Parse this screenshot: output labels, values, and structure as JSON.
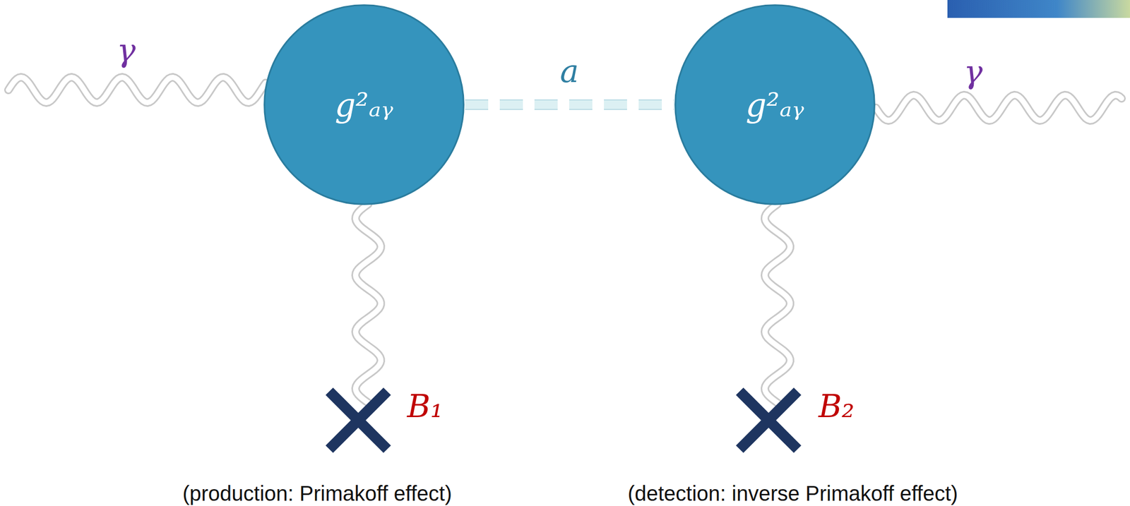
{
  "diagram": {
    "nodes": [
      {
        "text": [
          "g²ₐᵧ"
        ]
      },
      {
        "text": [
          "g²ₐᵧ"
        ]
      }
    ],
    "edges": [
      {
        "from": 0,
        "to": 1,
        "arrow": "none",
        "label": "a"
      }
    ],
    "labels": [
      "γ",
      "γ",
      "B₁",
      "B₂",
      "(production: Primakoff effect)",
      "(detection: inverse Primakoff effect)"
    ]
  }
}
